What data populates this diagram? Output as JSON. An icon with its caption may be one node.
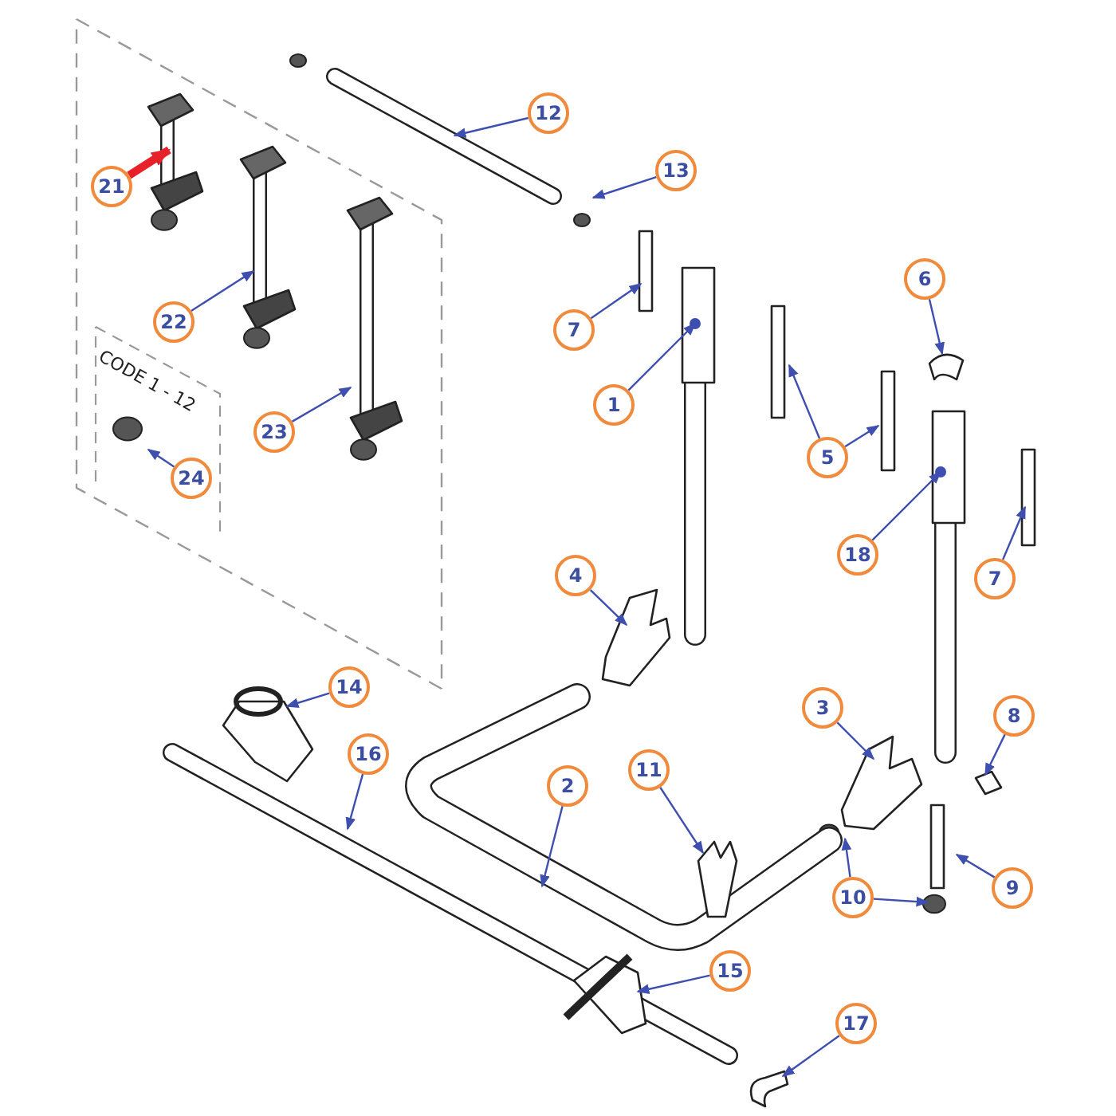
{
  "diagram": {
    "nodes": [
      {
        "text": [
          "12"
        ]
      },
      {
        "text": [
          "13"
        ]
      },
      {
        "text": [
          "21"
        ]
      },
      {
        "text": [
          "6"
        ]
      },
      {
        "text": [
          "22"
        ]
      },
      {
        "text": [
          "7"
        ]
      },
      {
        "text": [
          "1"
        ]
      },
      {
        "text": [
          "CODE 1 - 12"
        ]
      },
      {
        "text": [
          "23"
        ]
      },
      {
        "text": [
          "5"
        ]
      },
      {
        "text": [
          "24"
        ],
        "in": 7
      },
      {
        "text": [
          "18"
        ]
      },
      {
        "text": [
          "4"
        ]
      },
      {
        "text": [
          "7"
        ]
      },
      {
        "text": [
          "14"
        ]
      },
      {
        "text": [
          "3"
        ]
      },
      {
        "text": [
          "8"
        ]
      },
      {
        "text": [
          "16"
        ]
      },
      {
        "text": [
          "11"
        ]
      },
      {
        "text": [
          "2"
        ]
      },
      {
        "text": [
          "9"
        ]
      },
      {
        "text": [
          "10"
        ]
      },
      {
        "text": [
          "15"
        ]
      },
      {
        "text": [
          "17"
        ]
      }
    ],
    "edges": [
      {
        "from": 0,
        "to": null,
        "arrow": "to"
      },
      {
        "from": 1,
        "to": null,
        "arrow": "to"
      },
      {
        "from": 2,
        "to": null,
        "arrow": "to",
        "style": "thick",
        "color": "#e8202a"
      },
      {
        "from": 3,
        "to": null,
        "arrow": "to"
      },
      {
        "from": 4,
        "to": null,
        "arrow": "to"
      },
      {
        "from": 5,
        "to": null,
        "arrow": "to"
      },
      {
        "from": 6,
        "to": null,
        "arrow": "to"
      },
      {
        "from": 8,
        "to": null,
        "arrow": "to"
      },
      {
        "from": 9,
        "to": null,
        "arrow": "to"
      },
      {
        "from": 9,
        "to": null,
        "arrow": "to"
      },
      {
        "from": 10,
        "to": null,
        "arrow": "to"
      },
      {
        "from": 11,
        "to": null,
        "arrow": "to"
      },
      {
        "from": 12,
        "to": null,
        "arrow": "to"
      },
      {
        "from": 13,
        "to": null,
        "arrow": "to"
      },
      {
        "from": 14,
        "to": null,
        "arrow": "to"
      },
      {
        "from": 15,
        "to": null,
        "arrow": "to"
      },
      {
        "from": 16,
        "to": null,
        "arrow": "to"
      },
      {
        "from": 17,
        "to": null,
        "arrow": "to"
      },
      {
        "from": 18,
        "to": null,
        "arrow": "to"
      },
      {
        "from": 19,
        "to": null,
        "arrow": "to"
      },
      {
        "from": 20,
        "to": null,
        "arrow": "to"
      },
      {
        "from": 21,
        "to": null,
        "arrow": "to"
      },
      {
        "from": 21,
        "to": null,
        "arrow": "to"
      },
      {
        "from": 22,
        "to": null,
        "arrow": "to"
      },
      {
        "from": 23,
        "to": null,
        "arrow": "to"
      }
    ]
  }
}
